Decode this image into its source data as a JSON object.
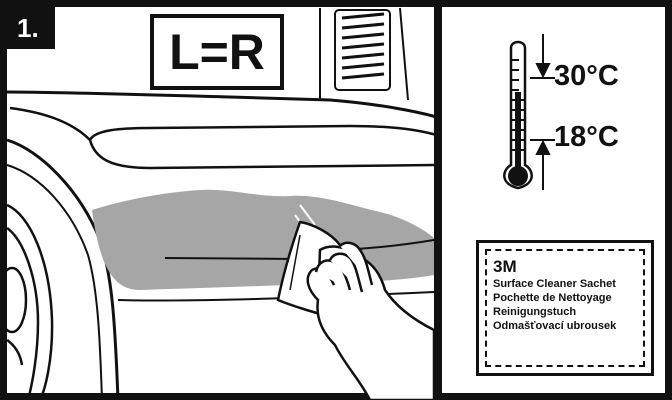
{
  "step": {
    "number": "1."
  },
  "balance_label": "L=R",
  "thermometer": {
    "max_temp": "30°C",
    "min_temp": "18°C"
  },
  "sachet": {
    "brand": "3M",
    "names": [
      "Surface Cleaner Sachet",
      "Pochette de Nettoyage",
      "Reinigungstuch",
      "Odmašťovací ubrousek"
    ]
  },
  "colors": {
    "ink": "#111111",
    "shaded_area": "#a6a6a6",
    "background": "#ffffff"
  }
}
